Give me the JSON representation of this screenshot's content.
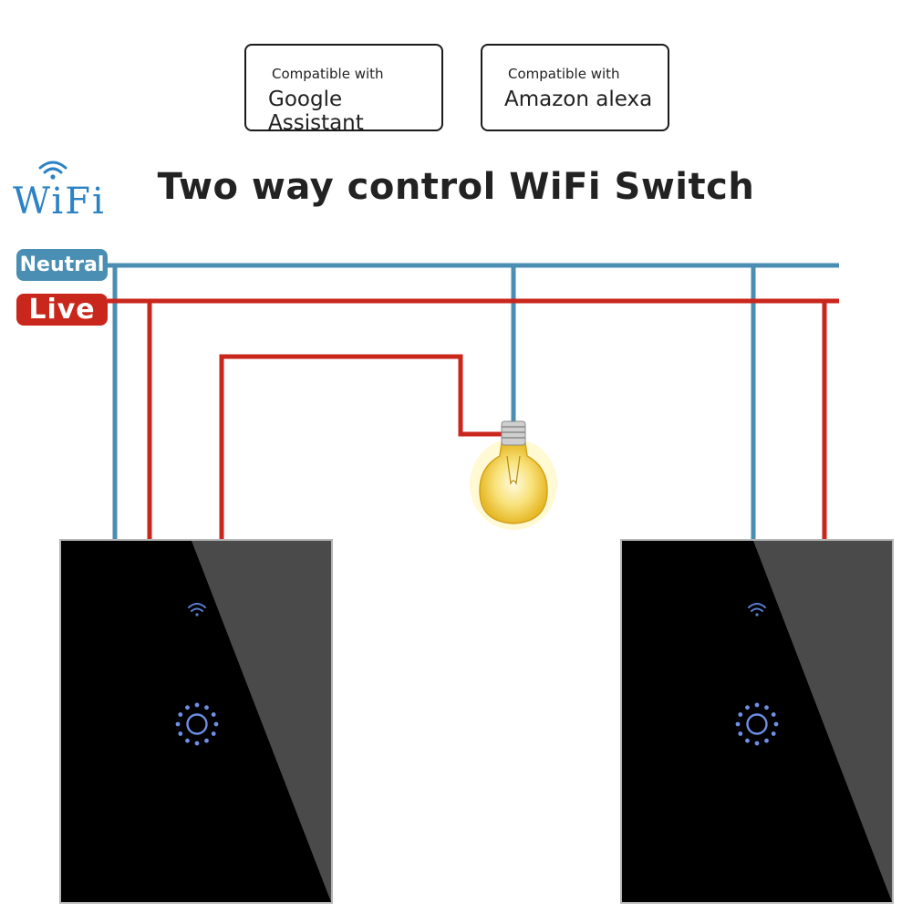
{
  "badges": {
    "google": {
      "small": "Compatible with",
      "big": "Google Assistant"
    },
    "alexa": {
      "small": "Compatible with",
      "big": "Amazon alexa"
    }
  },
  "title": "Two way control WiFi Switch",
  "wifi_logo": {
    "text": "WiFi",
    "icon": "wifi-icon"
  },
  "labels": {
    "neutral": "Neutral",
    "live": "Live"
  },
  "colors": {
    "neutral": "#4a8fb3",
    "live": "#c9261c",
    "switch": "#000000",
    "bulb": "#f6dd55"
  },
  "switches": [
    {
      "name": "left-switch",
      "icons": [
        "wifi-icon",
        "power-touch-icon"
      ]
    },
    {
      "name": "right-switch",
      "icons": [
        "wifi-icon",
        "power-touch-icon"
      ]
    }
  ]
}
